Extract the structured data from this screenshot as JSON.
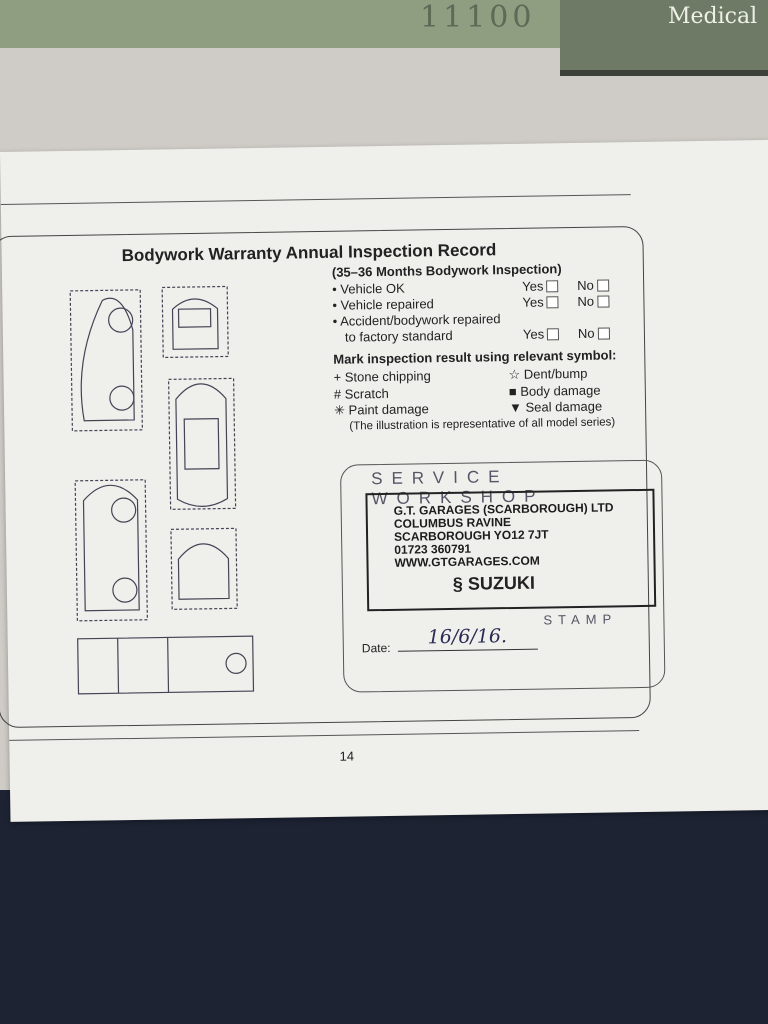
{
  "background": {
    "folder_label": "Medical",
    "folder_handwriting": "11100"
  },
  "record": {
    "title": "Bodywork Warranty Annual Inspection Record",
    "subtitle": "(35–36 Months Bodywork Inspection)",
    "questions": [
      {
        "label": "• Vehicle OK",
        "yes": "Yes",
        "no": "No"
      },
      {
        "label": "• Vehicle repaired",
        "yes": "Yes",
        "no": "No"
      },
      {
        "label": "• Accident/bodywork repaired",
        "yes": "",
        "no": ""
      },
      {
        "label": "  to factory standard",
        "yes": "Yes",
        "no": "No"
      }
    ],
    "mark_heading": "Mark inspection result using relevant symbol:",
    "symbols": [
      "+ Stone chipping",
      "☆ Dent/bump",
      "# Scratch",
      "■ Body damage",
      "✳ Paint damage",
      "▼ Seal damage"
    ],
    "note": "(The illustration is representative of all model series)"
  },
  "stamp": {
    "lines": [
      "G.T. GARAGES (SCARBOROUGH) LTD",
      "COLUMBUS RAVINE",
      "SCARBOROUGH YO12 7JT",
      "01723 360791",
      "WWW.GTGARAGES.COM"
    ],
    "brand": "SUZUKI",
    "printed_1": "SERVICE WORKSHOP",
    "printed_2": "STAMP"
  },
  "date": {
    "label": "Date:",
    "value": "16/6/16."
  },
  "page_number": "14"
}
